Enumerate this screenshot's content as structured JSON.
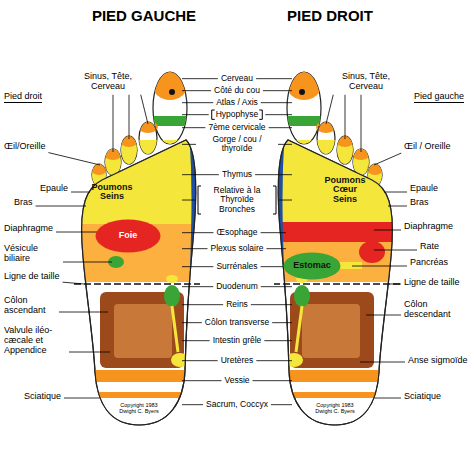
{
  "diagram": {
    "nodes": [
      {
        "text": [
          "Poumons Seins"
        ]
      },
      {
        "text": [
          "Foie"
        ]
      },
      {
        "text": [
          "Poumons Cœur Seins"
        ]
      },
      {
        "text": [
          "Estomac"
        ]
      }
    ],
    "labels": [
      "PIED GAUCHE",
      "PIED DROIT",
      "Sinus, Tête, Cerveau",
      "Pied droit",
      "Cerveau",
      "Sinus, Tête, Cerveau",
      "Pied gauche",
      "Côté du cou",
      "Atlas / Axis",
      "Hypophyse",
      "Œil/Oreille",
      "7ème cervicale",
      "Œil / Oreille",
      "Gorge / cou / thyroïde",
      "Thymus",
      "Epaule",
      "Epaule",
      "Bras",
      "Bras",
      "Relative à la Thyroïde Bronches",
      "Diaphragme",
      "Diaphragme",
      "Rate",
      "Œsophage",
      "Vésicule biliaire",
      "Plexus solaire",
      "Pancréas",
      "Ligne de taille",
      "Surrénales",
      "Ligne de taille",
      "Côlon ascendant",
      "Duodenum",
      "Côlon descendant",
      "Reins",
      "Valvule iléo-cæcale et Appendice",
      "Côlon transverse",
      "Intestin grêle",
      "Anse sigmoïde",
      "Uretères",
      "Vessie",
      "Sciatique",
      "Sciatique",
      "Sacrum, Coccyx",
      "Copyright 1983 Dwight C. Byers",
      "Copyright 1983 Dwight C. Byers"
    ]
  }
}
